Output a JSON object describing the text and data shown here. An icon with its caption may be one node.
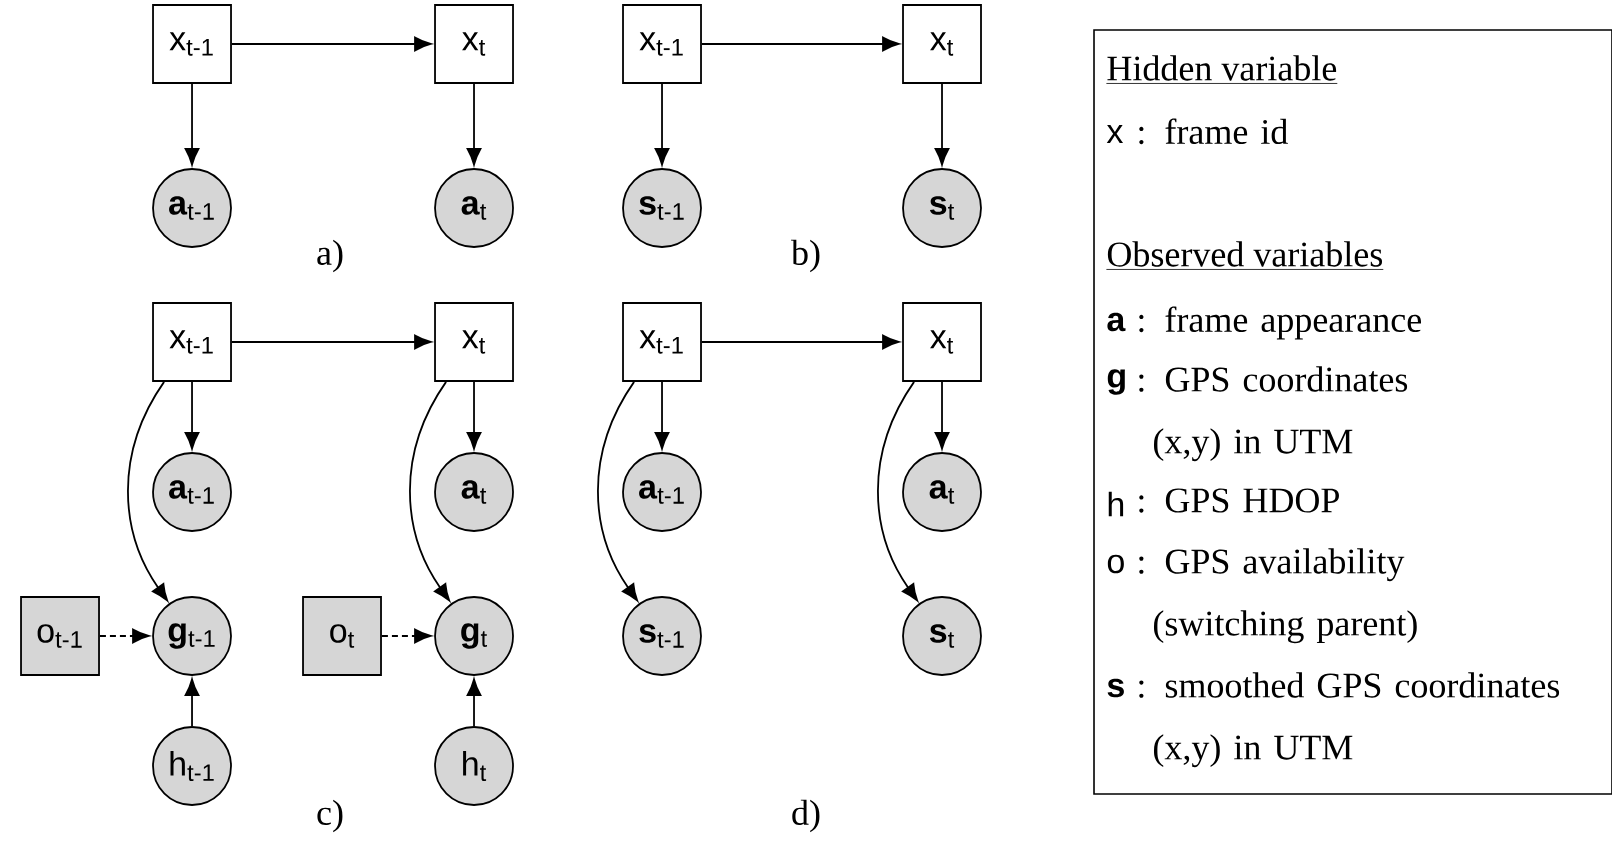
{
  "diagram": {
    "nodes": [
      {
        "text": [
          "x$_{t-1}$"
        ]
      },
      {
        "text": [
          "x$_{t}$"
        ]
      },
      {
        "text": [
          "**a**$_{t-1}$"
        ]
      },
      {
        "text": [
          "**a**$_{t}$"
        ]
      },
      {
        "text": [
          "x$_{t-1}$"
        ]
      },
      {
        "text": [
          "x$_{t}$"
        ]
      },
      {
        "text": [
          "**s**$_{t-1}$"
        ]
      },
      {
        "text": [
          "**s**$_{t}$"
        ]
      },
      {
        "text": [
          "x$_{t-1}$"
        ]
      },
      {
        "text": [
          "x$_{t}$"
        ]
      },
      {
        "text": [
          "**a**$_{t-1}$"
        ]
      },
      {
        "text": [
          "**a**$_{t}$"
        ]
      },
      {
        "text": [
          "o$_{t-1}$"
        ]
      },
      {
        "text": [
          "**g**$_{t-1}$"
        ]
      },
      {
        "text": [
          "o$_{t}$"
        ]
      },
      {
        "text": [
          "**g**$_{t}$"
        ]
      },
      {
        "text": [
          "h$_{t-1}$"
        ]
      },
      {
        "text": [
          "h$_{t}$"
        ]
      },
      {
        "text": [
          "x$_{t-1}$"
        ]
      },
      {
        "text": [
          "x$_{t}$"
        ]
      },
      {
        "text": [
          "**a**$_{t-1}$"
        ]
      },
      {
        "text": [
          "**a**$_{t}$"
        ]
      },
      {
        "text": [
          "**s**$_{t-1}$"
        ]
      },
      {
        "text": [
          "**s**$_{t}$"
        ]
      },
      {
        "text": [
          "Hidden variable",
          "x",
          ": frame id",
          "Observed variables",
          "a",
          ": frame appearance",
          "g",
          ": GPS coordinates (x,y) in UTM",
          "h",
          ": GPS HDOP",
          "o",
          ": GPS availability (switching parent)",
          "s",
          ": smoothed GPS coordinates (x,y) in UTM"
        ]
      }
    ],
    "edges": [
      {
        "from": 0,
        "to": 1,
        "arrow": "to"
      },
      {
        "from": 0,
        "to": 2,
        "arrow": "to"
      },
      {
        "from": 1,
        "to": 3,
        "arrow": "to"
      },
      {
        "from": 4,
        "to": 5,
        "arrow": "to"
      },
      {
        "from": 4,
        "to": 6,
        "arrow": "to"
      },
      {
        "from": 5,
        "to": 7,
        "arrow": "to"
      },
      {
        "from": 8,
        "to": 9,
        "arrow": "to"
      },
      {
        "from": 8,
        "to": 10,
        "arrow": "to"
      },
      {
        "from": 9,
        "to": 11,
        "arrow": "to"
      },
      {
        "from": 8,
        "to": 13,
        "arrow": "to"
      },
      {
        "from": 12,
        "to": 13,
        "arrow": "to",
        "style": "dashed"
      },
      {
        "from": 16,
        "to": 13,
        "arrow": "to"
      },
      {
        "from": 9,
        "to": 15,
        "arrow": "to"
      },
      {
        "from": 14,
        "to": 15,
        "arrow": "to",
        "style": "dashed"
      },
      {
        "from": 17,
        "to": 15,
        "arrow": "to"
      },
      {
        "from": 18,
        "to": 19,
        "arrow": "to"
      },
      {
        "from": 18,
        "to": 20,
        "arrow": "to"
      },
      {
        "from": 19,
        "to": 21,
        "arrow": "to"
      },
      {
        "from": 18,
        "to": 22,
        "arrow": "to"
      },
      {
        "from": 19,
        "to": 23,
        "arrow": "to"
      }
    ],
    "labels": [
      "a)",
      "b)",
      "c)",
      "d)"
    ]
  }
}
